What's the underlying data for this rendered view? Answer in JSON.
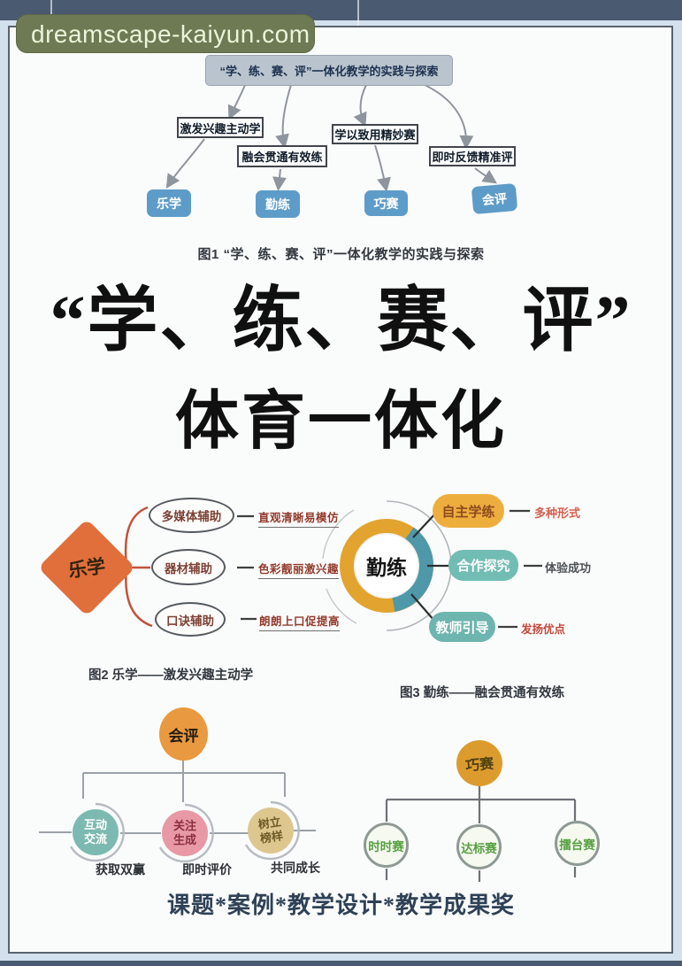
{
  "watermark": {
    "text": "dreamscape-kaiyun.com"
  },
  "figure1": {
    "title": "“学、练、赛、评”一体化教学的实践与探索",
    "branches": [
      {
        "label": "激发兴趣主动学",
        "node": "乐学"
      },
      {
        "label": "融会贯通有效练",
        "node": "勤练"
      },
      {
        "label": "学以致用精妙赛",
        "node": "巧赛"
      },
      {
        "label": "即时反馈精准评",
        "node": "会评"
      }
    ],
    "caption": "图1 “学、练、赛、评”一体化教学的实践与探索"
  },
  "headline": {
    "line1": "“学、练、赛、评”",
    "line2": "体育一体化"
  },
  "figure2": {
    "center": "乐学",
    "items": [
      {
        "label": "多媒体辅助",
        "note": "直观清晰易模仿"
      },
      {
        "label": "器材辅助",
        "note": "色彩靓丽激兴趣"
      },
      {
        "label": "口诀辅助",
        "note": "朗朗上口促提高"
      }
    ],
    "caption": "图2 乐学——激发兴趣主动学"
  },
  "figure3": {
    "center": "勤练",
    "items": [
      {
        "label": "自主学练",
        "note": "多种形式"
      },
      {
        "label": "合作探究",
        "note": "体验成功"
      },
      {
        "label": "教师引导",
        "note": "发扬优点"
      }
    ],
    "caption": "图3 勤练——融会贯通有效练"
  },
  "figure4": {
    "center": "会评",
    "items": [
      {
        "line1": "互动",
        "line2": "交流",
        "note": "获取双赢"
      },
      {
        "line1": "关注",
        "line2": "生成",
        "note": "即时评价"
      },
      {
        "line1": "树立",
        "line2": "榜样",
        "note": "共同成长"
      }
    ]
  },
  "figure5": {
    "center": "巧赛",
    "items": [
      {
        "label": "时时赛"
      },
      {
        "label": "达标赛"
      },
      {
        "label": "擂台赛"
      }
    ]
  },
  "footer": {
    "text": "课题*案例*教学设计*教学成果奖"
  },
  "colors": {
    "banner_green": "#6d7a53",
    "node_blue": "#5d9cc8",
    "accent_orange": "#e06f3b",
    "accent_amber": "#eeae3e",
    "accent_teal": "#72bdb3",
    "accent_pink": "#e899a5",
    "accent_khaki": "#ddc78f",
    "frame_blue": "#d3e1ee",
    "strip_slate": "#4a5a70"
  }
}
